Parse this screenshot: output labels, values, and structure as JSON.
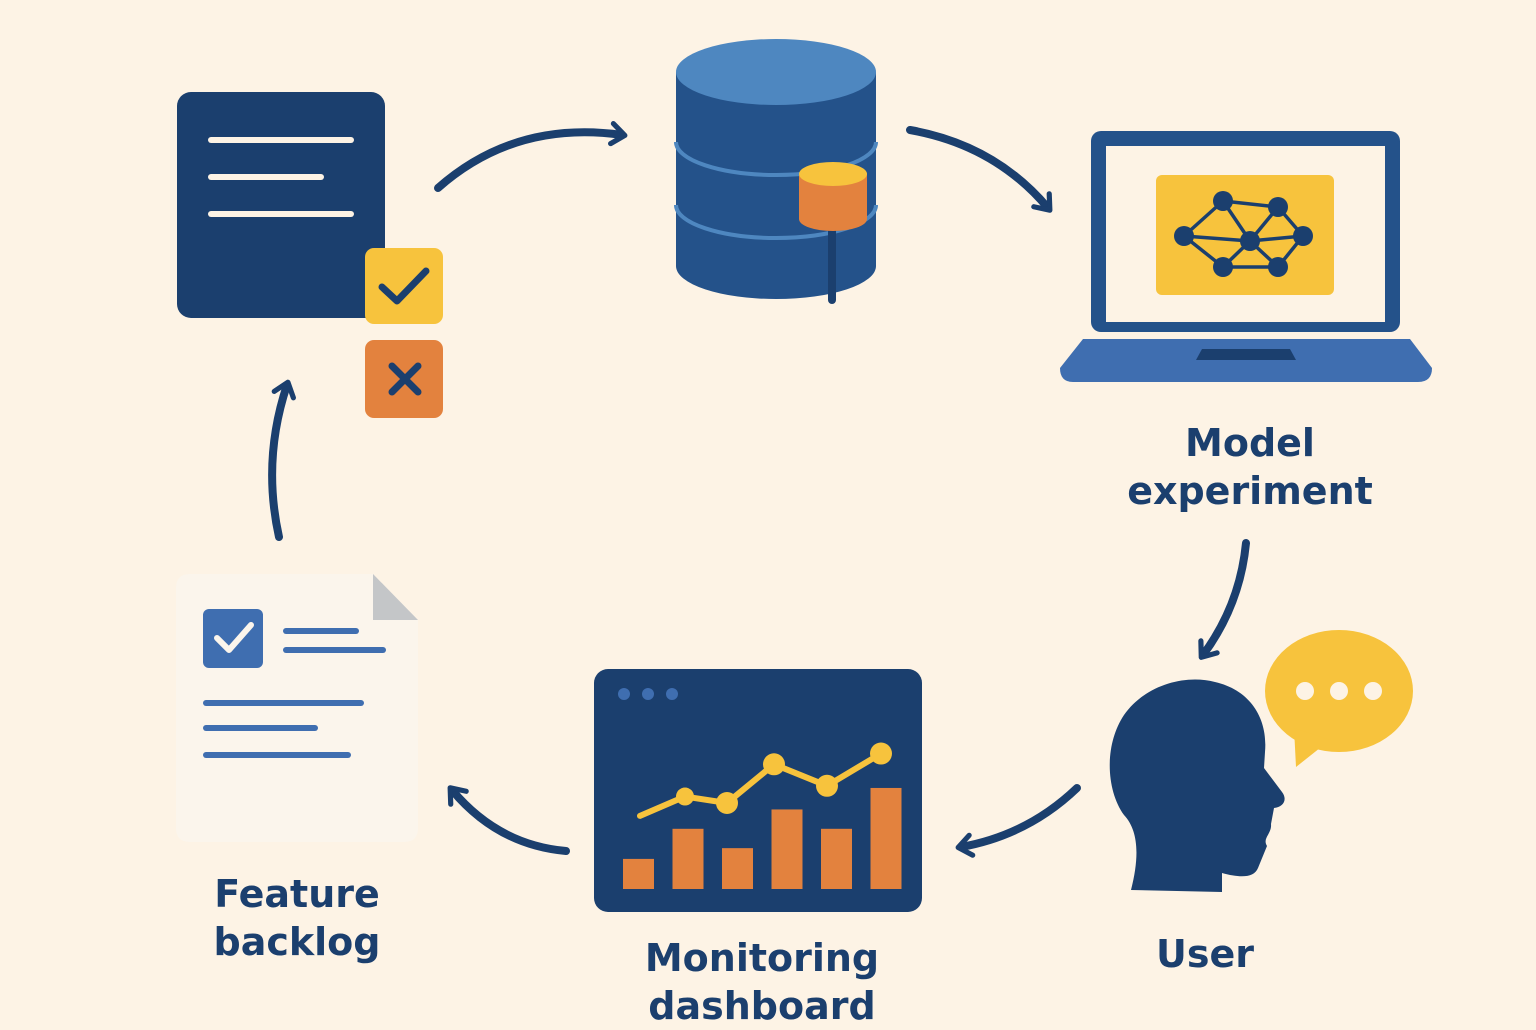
{
  "colors": {
    "background": "#FDF3E5",
    "navy": "#1B3F6E",
    "blue": "#3F6EB0",
    "mid_blue": "#24528A",
    "yellow": "#F7C33D",
    "orange": "#E3823E",
    "paper": "#FBF5EC",
    "fold": "#C4C6C8"
  },
  "nodes": {
    "model_experiment": {
      "line1": "Model",
      "line2": "experiment",
      "icon": "laptop-network-icon"
    },
    "user": {
      "line1": "User",
      "icon": "head-speech-icon"
    },
    "monitoring_dashboard": {
      "line1": "Monitoring",
      "line2": "dashboard",
      "icon": "dashboard-chart-icon"
    },
    "feature_backlog": {
      "line1": "Feature",
      "line2": "backlog",
      "icon": "checklist-document-icon"
    },
    "review_document": {
      "icon": "document-review-icon"
    },
    "data_store": {
      "icon": "database-icon"
    }
  },
  "dashboard_chart": {
    "bars": [
      0.14,
      0.28,
      0.19,
      0.37,
      0.28,
      0.47
    ],
    "line": [
      0.34,
      0.43,
      0.4,
      0.58,
      0.48,
      0.63
    ]
  }
}
